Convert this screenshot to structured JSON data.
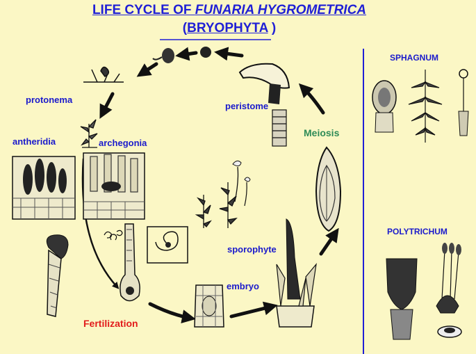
{
  "title": {
    "prefix": "LIFE CYCLE OF ",
    "species": "FUNARIA HYGROMETRICA",
    "open_paren": "(",
    "group": "BRYOPHYTA",
    "close_paren": " )"
  },
  "labels": {
    "protonema": "protonema",
    "antheridia": "antheridia",
    "archegonia": "archegonia",
    "peristome": "peristome",
    "meiosis": "Meiosis",
    "sporophyte": "sporophyte",
    "embryo": "embryo",
    "fertilization": "Fertilization"
  },
  "side_panel": {
    "sphagnum": "SPHAGNUM",
    "polytrichum": "POLYTRICHUM"
  },
  "colors": {
    "background": "#fbf7c5",
    "title": "#1f1fd6",
    "label": "#1a1acc",
    "meiosis": "#2e8b57",
    "fertilization": "#e21b1b",
    "divider": "#1f1fd6"
  }
}
